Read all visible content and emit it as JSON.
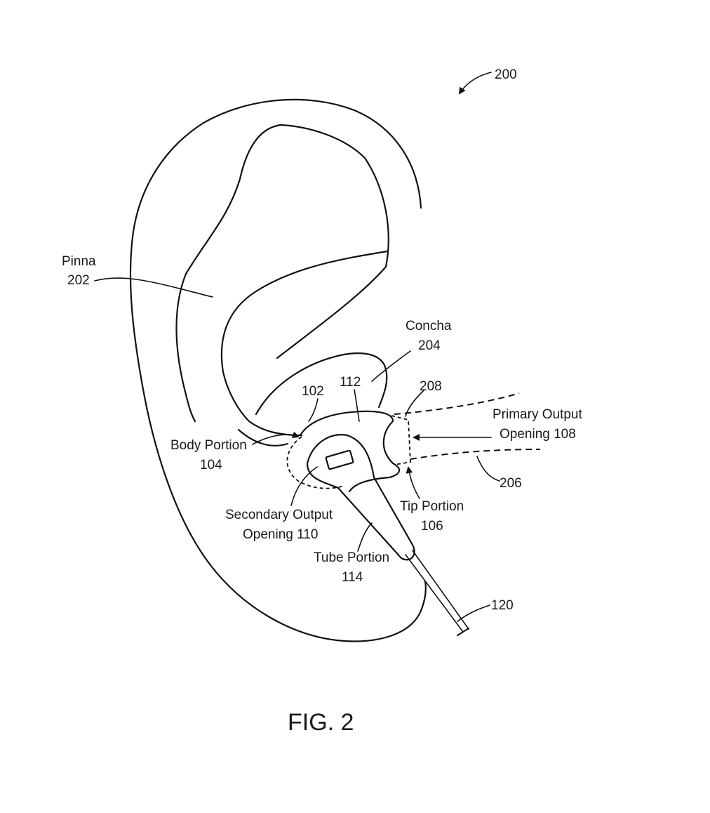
{
  "figure": {
    "ref": "200",
    "caption": "FIG. 2"
  },
  "labels": {
    "pinna_name": "Pinna",
    "pinna_num": "202",
    "concha_name": "Concha",
    "concha_num": "204",
    "ref_102": "102",
    "ref_112": "112",
    "ref_208": "208",
    "primary_line1": "Primary Output",
    "primary_line2": "Opening 108",
    "body_line1": "Body Portion",
    "body_line2": "104",
    "ref_206": "206",
    "secondary_line1": "Secondary Output",
    "secondary_line2": "Opening 110",
    "tip_line1": "Tip Portion",
    "tip_line2": "106",
    "tube_line1": "Tube Portion",
    "tube_line2": "114",
    "ref_120": "120"
  }
}
